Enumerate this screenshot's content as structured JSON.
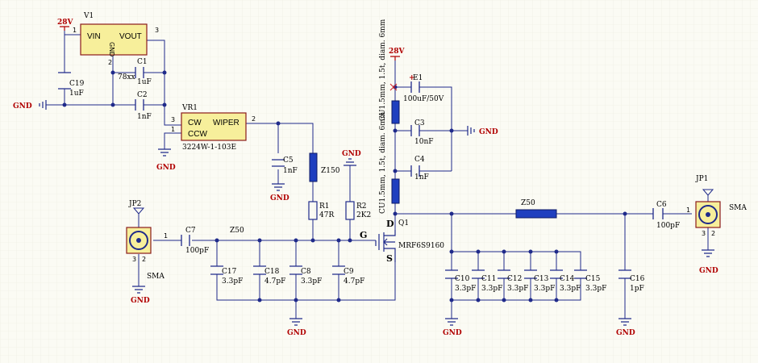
{
  "colors": {
    "wire": "#1f2a8a",
    "ic_fill": "#f7ef9b",
    "ic_stroke": "#8a1a1a",
    "power": "#b00000",
    "inductor": "#1f3fbf",
    "pin": "#000000",
    "grid": "#e9e9de"
  },
  "v1": {
    "ref": "V1",
    "part": "78xx",
    "vin": "VIN",
    "vout": "VOUT",
    "gnd": "GND",
    "pin1": "1",
    "pin2": "2",
    "pin3": "3"
  },
  "vr1": {
    "ref": "VR1",
    "part": "3224W-1-103E",
    "cw": "CW",
    "ccw": "CCW",
    "wiper": "WIPER",
    "pin1": "1",
    "pin2": "2",
    "pin3": "3"
  },
  "q1": {
    "ref": "Q1",
    "part": "MRF6S9160",
    "d": "D",
    "g": "G",
    "s": "S"
  },
  "power": {
    "v28a": "28V",
    "v28b": "28V"
  },
  "gnd_label": "GND",
  "caps": {
    "c1": {
      "ref": "C1",
      "val": "1uF"
    },
    "c2": {
      "ref": "C2",
      "val": "1nF"
    },
    "c19": {
      "ref": "C19",
      "val": "1uF"
    },
    "c5": {
      "ref": "C5",
      "val": "1nF"
    },
    "c7": {
      "ref": "C7",
      "val": "100pF"
    },
    "c17": {
      "ref": "C17",
      "val": "3.3pF"
    },
    "c18": {
      "ref": "C18",
      "val": "4.7pF"
    },
    "c8": {
      "ref": "C8",
      "val": "3.3pF"
    },
    "c9": {
      "ref": "C9",
      "val": "4.7pF"
    },
    "e1": {
      "ref": "E1",
      "val": "100uF/50V"
    },
    "c3": {
      "ref": "C3",
      "val": "10nF"
    },
    "c4": {
      "ref": "C4",
      "val": "1nF"
    },
    "c10": {
      "ref": "C10",
      "val": "3.3pF"
    },
    "c11": {
      "ref": "C11",
      "val": "3.3pF"
    },
    "c12": {
      "ref": "C12",
      "val": "3.3pF"
    },
    "c13": {
      "ref": "C13",
      "val": "3.3pF"
    },
    "c14": {
      "ref": "C14",
      "val": "3.3pF"
    },
    "c15": {
      "ref": "C15",
      "val": "3.3pF"
    },
    "c16": {
      "ref": "C16",
      "val": "1pF"
    },
    "c6": {
      "ref": "C6",
      "val": "100pF"
    }
  },
  "res": {
    "r1": {
      "ref": "R1",
      "val": "47R"
    },
    "r2": {
      "ref": "R2",
      "val": "2K2"
    }
  },
  "lines": {
    "z150": "Z150",
    "z50_in": "Z50",
    "z50_out": "Z50"
  },
  "chokes": {
    "upper": "CU1.5mm, 1.5t, diam. 6mm",
    "lower": "CU1.5mm, 1.5t, diam. 6mm"
  },
  "jp1": {
    "ref": "JP1",
    "type": "SMA",
    "pin1": "1",
    "pin2": "2",
    "pin3": "3"
  },
  "jp2": {
    "ref": "JP2",
    "type": "SMA",
    "pin1": "1",
    "pin2": "2",
    "pin3": "3"
  }
}
